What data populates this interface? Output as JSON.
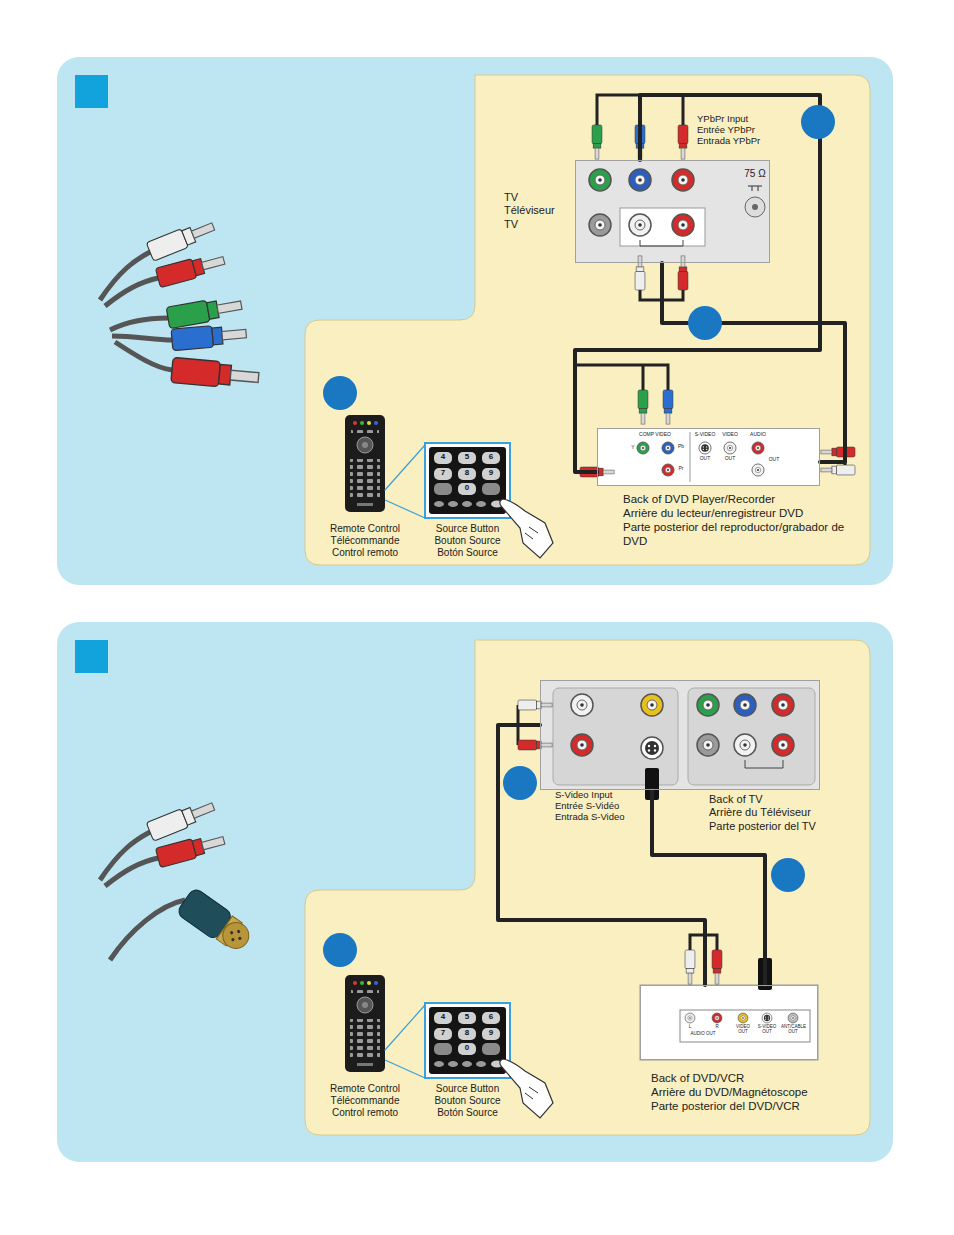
{
  "diagram": {
    "nodes": [
      {
        "text": [
          "TV",
          "Téléviseur",
          "TV"
        ]
      },
      {
        "text": [
          "Back of DVD Player/Recorder",
          "Arrière du lecteur/enregistreur DVD",
          "Parte posterior del reproductor/grabador de DVD"
        ]
      },
      {
        "text": [
          "Remote Control",
          "Télécommande",
          "Control remoto"
        ]
      },
      {
        "text": [
          "Source Button",
          "Bouton Source",
          "Botón Source"
        ]
      },
      {
        "text": [
          "Back of TV",
          "Arrière du Téléviseur",
          "Parte posterior del TV"
        ]
      },
      {
        "text": [
          "Back of DVD/VCR",
          "Arrière du DVD/Magnétoscope",
          "Parte posterior del DVD/VCR"
        ]
      },
      {
        "text": [
          "Remote Control",
          "Télécommande",
          "Control remoto"
        ]
      },
      {
        "text": [
          "Source Button",
          "Bouton Source",
          "Botón Source"
        ]
      }
    ],
    "edges": [
      {
        "from": 0,
        "to": 1,
        "arrow": "none"
      },
      {
        "from": 0,
        "to": 1,
        "arrow": "none"
      },
      {
        "from": 2,
        "to": 3,
        "arrow": "none"
      },
      {
        "from": 4,
        "to": 5,
        "arrow": "none"
      },
      {
        "from": 4,
        "to": 5,
        "arrow": "none"
      },
      {
        "from": 6,
        "to": 7,
        "arrow": "none"
      }
    ],
    "labels": [
      "YPbPr Input",
      "Entrée YPbPr",
      "Entrada YPbPr",
      "75 Ω",
      "COMP VIDEO",
      "Y",
      "Pb",
      "Pr",
      "S-VIDEO",
      "OUT",
      "VIDEO",
      "OUT",
      "AUDIO",
      "OUT",
      "4",
      "5",
      "6",
      "7",
      "8",
      "9",
      "0",
      "S-Video Input",
      "Entrée S-Vidéo",
      "Entrada S-Video",
      "L",
      "R",
      "AUDIO OUT",
      "VIDEO OUT",
      "S-VIDEO OUT",
      "ANT/CABLE OUT",
      "4",
      "5",
      "6",
      "7",
      "8",
      "9",
      "0"
    ]
  }
}
